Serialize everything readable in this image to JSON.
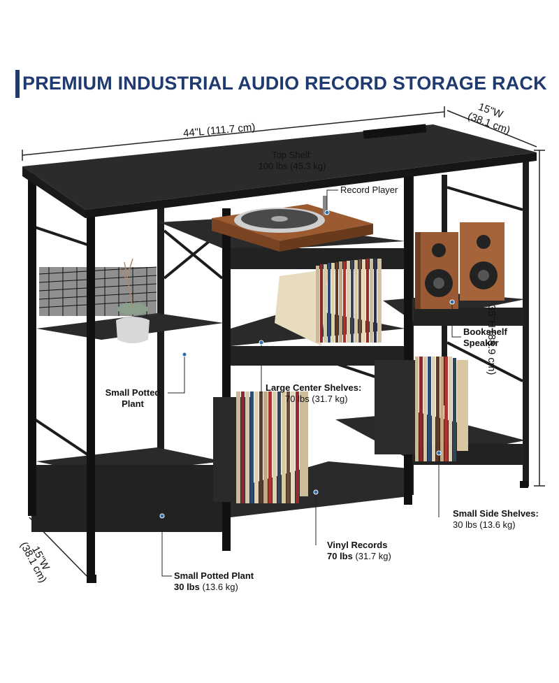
{
  "title": "PREMIUM INDUSTRIAL AUDIO RECORD STORAGE RACK",
  "dimensions": {
    "length": "44\"L (111.7 cm)",
    "width_top_1": "15\"W",
    "width_top_2": "(38.1 cm)",
    "height": "35\"H (88.9 cm)",
    "width_left_1": "15\"W",
    "width_left_2": "(38.1 cm)"
  },
  "labels": {
    "top_shelf_1": "Top Shelf:",
    "top_shelf_2": "100 lbs (45.3 kg)",
    "record_player": "Record Player",
    "bookshelf_speaker_1": "Bookshelf",
    "bookshelf_speaker_2": "Speaker",
    "small_potted_plant_1": "Small Potted",
    "small_potted_plant_2": "Plant",
    "large_center_1": "Large Center Shelves:",
    "large_center_2": "70 lbs (31.7 kg)",
    "small_side_1": "Small Side Shelves:",
    "small_side_2": "30 lbs (13.6 kg)",
    "vinyl_1": "Vinyl Records",
    "vinyl_2_bold": "70 lbs",
    "vinyl_2_rest": " (31.7 kg)",
    "plant_bottom_1": "Small Potted Plant",
    "plant_bottom_2_bold": "30 lbs",
    "plant_bottom_2_rest": " (13.6 kg)"
  },
  "colors": {
    "title": "#1f3a6e",
    "frame": "#1c1c1c",
    "shelf": "#2a2a2a",
    "wood": "#8a4b2a",
    "callout_dot": "#2b6cb0"
  }
}
